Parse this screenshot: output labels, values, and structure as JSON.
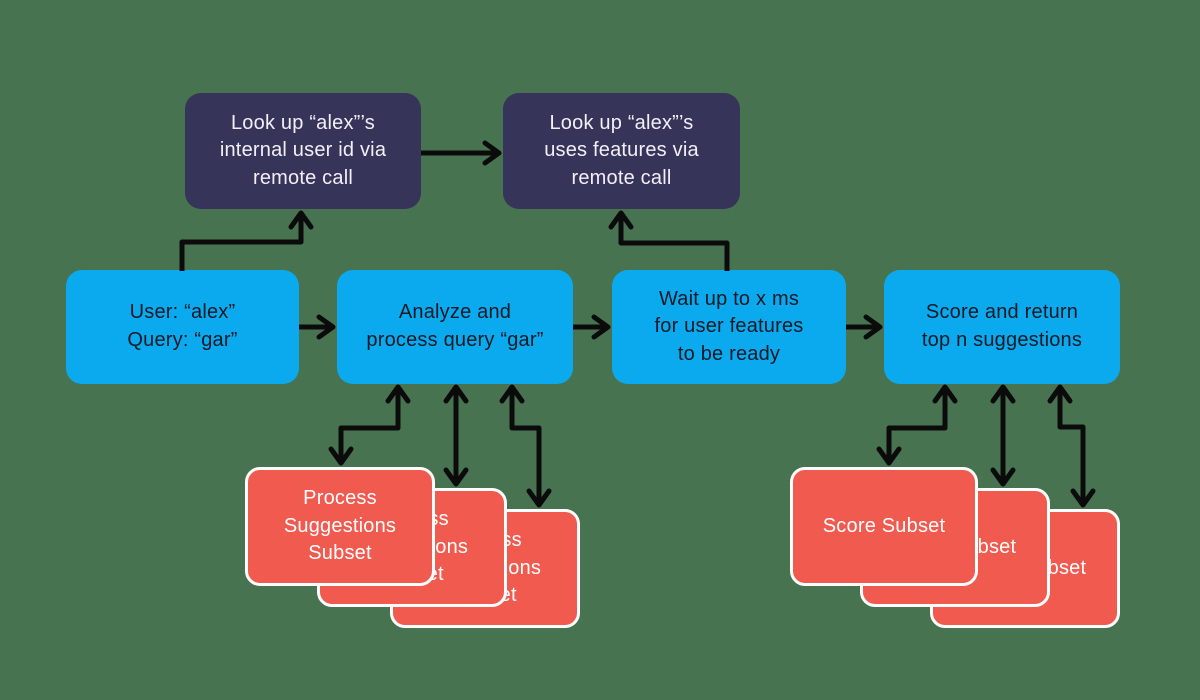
{
  "diagram": {
    "background_color": "#487350",
    "colors": {
      "remote_call_node": "#373459",
      "process_node": "#0BAAEE",
      "worker_node": "#F05A4F",
      "worker_node_border": "#FFFFFF",
      "arrow": "#0B0B0B",
      "remote_call_text": "#F1EFF8",
      "process_text": "#131A26",
      "worker_text": "#FFFFFF"
    },
    "nodes": {
      "lookup_user_id": {
        "label": "Look up “alex”’s\ninternal user id via\nremote call"
      },
      "lookup_user_features": {
        "label": "Look up “alex”’s\nuses features via\nremote call"
      },
      "user_query": {
        "label": "User: “alex”\nQuery: “gar”"
      },
      "analyze_query": {
        "label": "Analyze and\nprocess query “gar”"
      },
      "wait_features": {
        "label": "Wait up to x ms\nfor user features\nto be ready"
      },
      "score_return": {
        "label": "Score and return\ntop n suggestions"
      },
      "process_subset": {
        "label": "Process\nSuggestions\nSubset"
      },
      "score_subset": {
        "label": "Score Subset"
      }
    },
    "edges": [
      {
        "from": "user_query",
        "to": "lookup_user_id",
        "shape": "elbow",
        "heads": 1
      },
      {
        "from": "lookup_user_id",
        "to": "lookup_user_features",
        "shape": "straight",
        "heads": 1
      },
      {
        "from": "user_query",
        "to": "analyze_query",
        "shape": "straight",
        "heads": 1
      },
      {
        "from": "analyze_query",
        "to": "wait_features",
        "shape": "straight",
        "heads": 1
      },
      {
        "from": "wait_features",
        "to": "lookup_user_features",
        "shape": "elbow",
        "heads": 1
      },
      {
        "from": "wait_features",
        "to": "score_return",
        "shape": "straight",
        "heads": 1
      },
      {
        "from": "analyze_query",
        "to": "process_subset_1",
        "shape": "elbow",
        "heads": 2
      },
      {
        "from": "analyze_query",
        "to": "process_subset_2",
        "shape": "straight",
        "heads": 2
      },
      {
        "from": "analyze_query",
        "to": "process_subset_3",
        "shape": "elbow",
        "heads": 2
      },
      {
        "from": "score_return",
        "to": "score_subset_1",
        "shape": "elbow",
        "heads": 2
      },
      {
        "from": "score_return",
        "to": "score_subset_2",
        "shape": "straight",
        "heads": 2
      },
      {
        "from": "score_return",
        "to": "score_subset_3",
        "shape": "elbow",
        "heads": 2
      }
    ]
  }
}
